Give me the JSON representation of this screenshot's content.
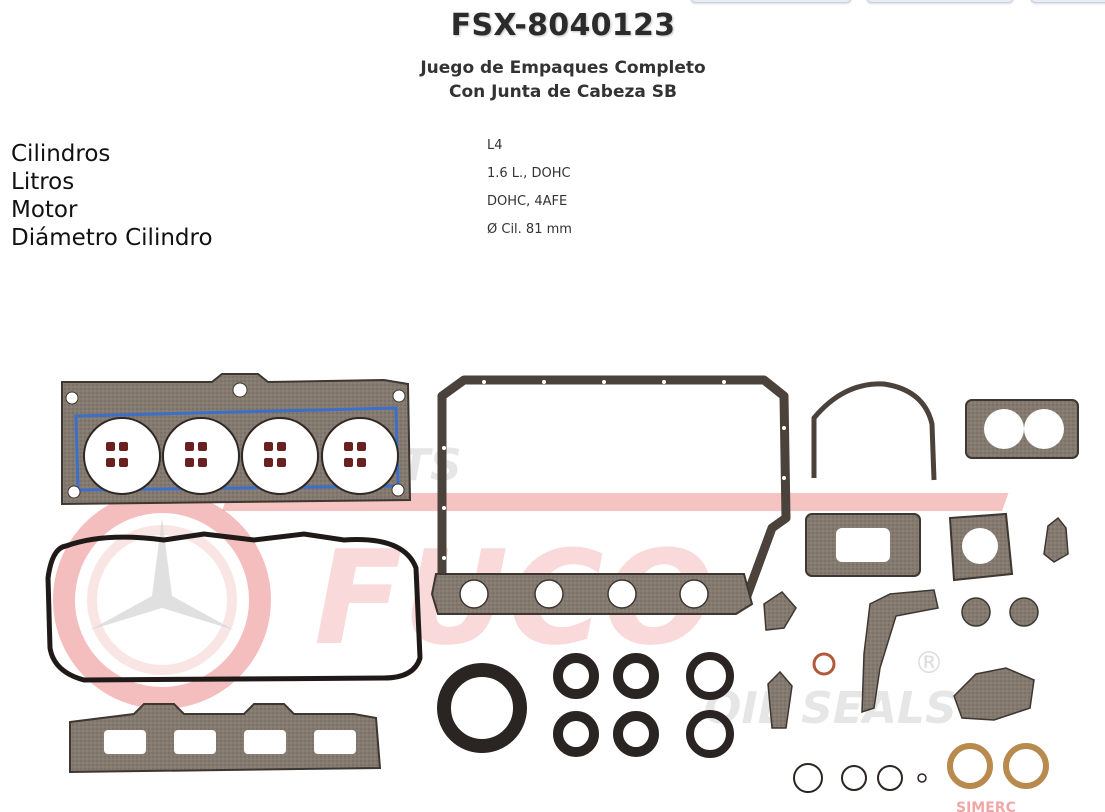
{
  "product": {
    "code": "FSX-8040123",
    "description_line1": "Juego de Empaques Completo",
    "description_line2": "Con Junta de Cabeza SB"
  },
  "specs": [
    {
      "label": "Cilindros",
      "value": "L4"
    },
    {
      "label": "Litros",
      "value": "1.6 L., DOHC"
    },
    {
      "label": "Motor",
      "value": "DOHC, 4AFE"
    },
    {
      "label": "Diámetro Cilindro",
      "value": "Ø Cil. 81 mm"
    }
  ],
  "image": {
    "watermark_top": "GASKETS",
    "watermark_brand": "FUCO",
    "watermark_registered": "®",
    "watermark_bottom": "OIL SEALS",
    "corner_mark": "SIMERC",
    "colors": {
      "watermark_red": "#e23b3b",
      "gasket_gray": "#6c6258",
      "gasket_fill": "#8c8178",
      "seal_black": "#2a2522",
      "blue_trim": "#3b6fc9",
      "copper": "#b05a3a"
    }
  }
}
